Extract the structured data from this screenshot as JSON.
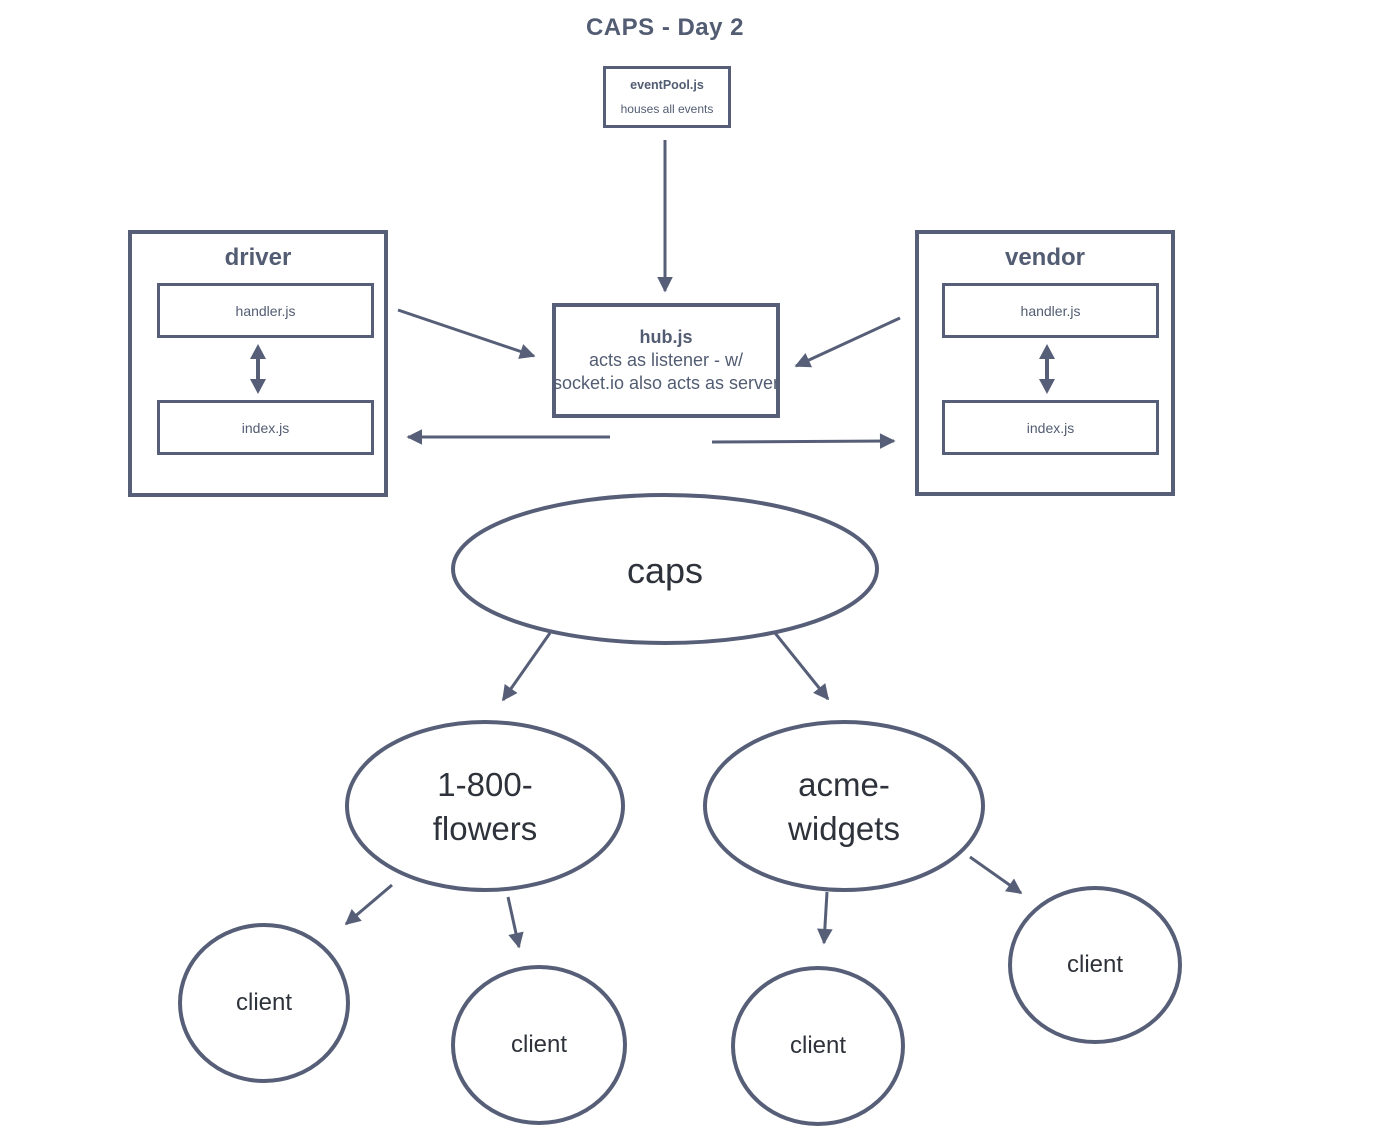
{
  "colors": {
    "line": "#565f77",
    "slate_text": "#525c72",
    "dark_text": "#2e323a"
  },
  "title": "CAPS - Day 2",
  "event_pool": {
    "name": "eventPool.js",
    "description": "houses all events"
  },
  "hub": {
    "name": "hub.js",
    "line2": "acts as listener - w/",
    "line3": "socket.io also acts as server"
  },
  "driver": {
    "title": "driver",
    "handler_label": "handler.js",
    "index_label": "index.js"
  },
  "vendor": {
    "title": "vendor",
    "handler_label": "handler.js",
    "index_label": "index.js"
  },
  "caps_node": {
    "label": "caps"
  },
  "flowers_node": {
    "line1": "1-800-",
    "line2": "flowers"
  },
  "acme_node": {
    "line1": "acme-",
    "line2": "widgets"
  },
  "clients": [
    {
      "label": "client"
    },
    {
      "label": "client"
    },
    {
      "label": "client"
    },
    {
      "label": "client"
    }
  ]
}
